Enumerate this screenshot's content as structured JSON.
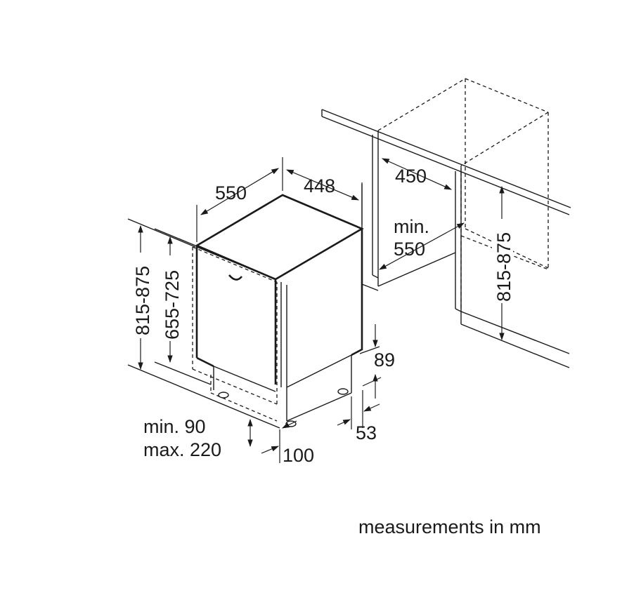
{
  "labels": {
    "depth": "550",
    "width": "448",
    "height_range": "815-875",
    "door_height_range": "655-725",
    "plinth_min": "min. 90",
    "plinth_max": "max. 220",
    "foot_offset": "100",
    "plinth_height": "89",
    "plinth_recess": "53",
    "niche_width": "450",
    "niche_min_label": "min.",
    "niche_min_depth": "550",
    "niche_height_range": "815-875"
  },
  "footer": {
    "note": "measurements in mm"
  },
  "colors": {
    "line": "#1a1a1a",
    "background": "#ffffff"
  }
}
